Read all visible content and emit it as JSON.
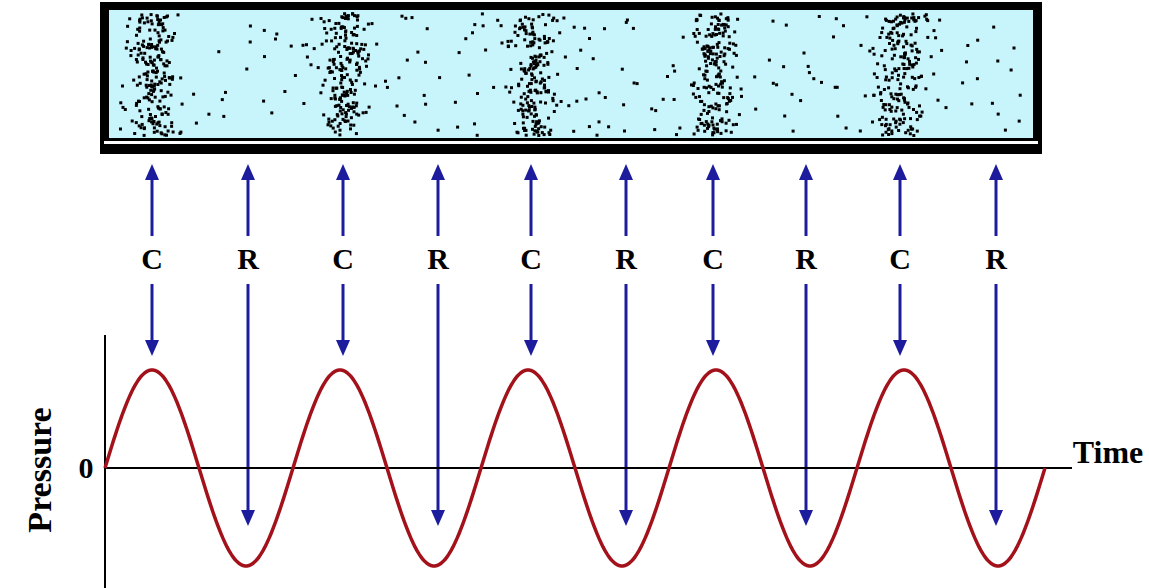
{
  "diagram": {
    "labels": [
      "C",
      "R",
      "C",
      "R",
      "C",
      "R",
      "C",
      "R",
      "C",
      "R",
      "Pressure",
      "0",
      "Time"
    ]
  }
}
